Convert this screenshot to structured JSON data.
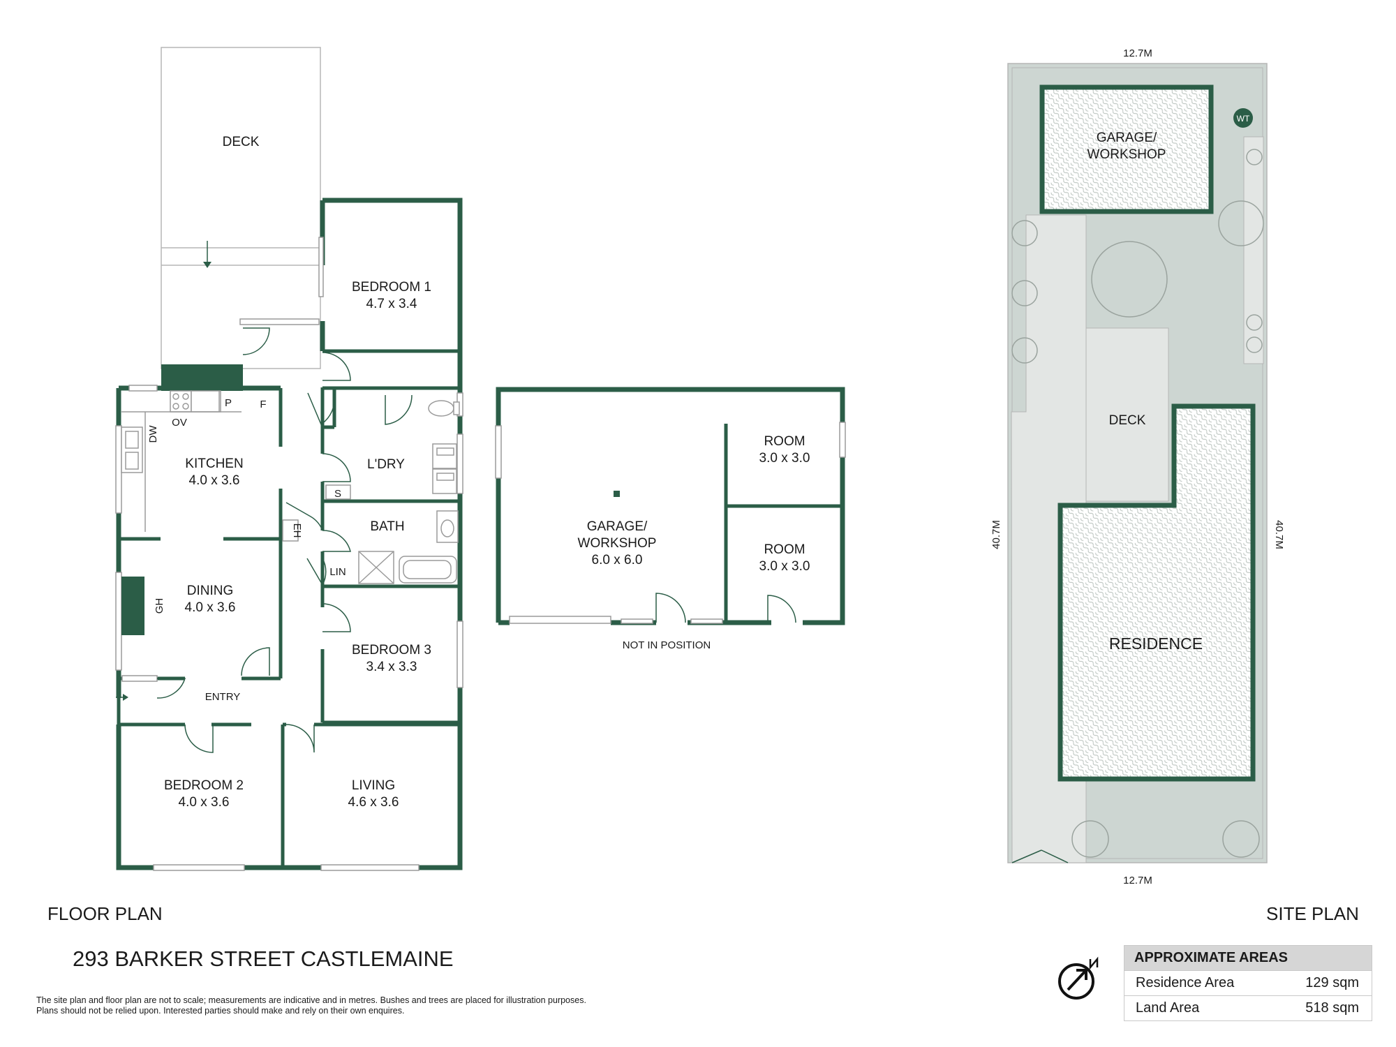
{
  "floor_plan": {
    "heading": "FLOOR PLAN",
    "rooms": {
      "deck": "DECK",
      "bedroom1": {
        "name": "BEDROOM 1",
        "size": "4.7 x 3.4"
      },
      "kitchen": {
        "name": "KITCHEN",
        "size": "4.0 x 3.6"
      },
      "laundry": "L'DRY",
      "bath": "BATH",
      "lin": "LIN",
      "dining": {
        "name": "DINING",
        "size": "4.0 x 3.6"
      },
      "bedroom3": {
        "name": "BEDROOM 3",
        "size": "3.4 x 3.3"
      },
      "entry": "ENTRY",
      "bedroom2": {
        "name": "BEDROOM 2",
        "size": "4.0 x 3.6"
      },
      "living": {
        "name": "LIVING",
        "size": "4.6 x 3.6"
      }
    },
    "fixtures": {
      "p": "P",
      "f": "F",
      "ov": "OV",
      "dw": "DW",
      "s": "S",
      "eh": "EH",
      "gh": "GH"
    }
  },
  "garage_plan": {
    "garage": {
      "name1": "GARAGE/",
      "name2": "WORKSHOP",
      "size": "6.0 x 6.0"
    },
    "room_a": {
      "name": "ROOM",
      "size": "3.0 x 3.0"
    },
    "room_b": {
      "name": "ROOM",
      "size": "3.0 x 3.0"
    },
    "note": "NOT IN POSITION"
  },
  "site_plan": {
    "heading": "SITE PLAN",
    "dim_top": "12.7M",
    "dim_bottom": "12.7M",
    "dim_left": "40.7M",
    "dim_right": "40.7M",
    "garage_line1": "GARAGE/",
    "garage_line2": "WORKSHOP",
    "wt": "WT",
    "deck": "DECK",
    "residence": "RESIDENCE"
  },
  "address": "293 BARKER STREET CASTLEMAINE",
  "disclaimer": {
    "line1": "The site plan and floor plan are not to scale; measurements are indicative and in metres. Bushes and trees are placed for illustration purposes.",
    "line2": "Plans should not be relied upon. Interested parties should make and rely on their own enquires."
  },
  "areas": {
    "title": "APPROXIMATE AREAS",
    "rows": [
      {
        "label": "Residence Area",
        "value": "129 sqm"
      },
      {
        "label": "Land Area",
        "value": "518 sqm"
      }
    ]
  },
  "colors": {
    "wall": "#2b5d47",
    "lawn": "#cdd6d2",
    "path": "#e3e6e4"
  },
  "icons": [
    "north-arrow-icon",
    "entry-arrow-icon",
    "stair-arrow-icon",
    "tree-icon"
  ]
}
